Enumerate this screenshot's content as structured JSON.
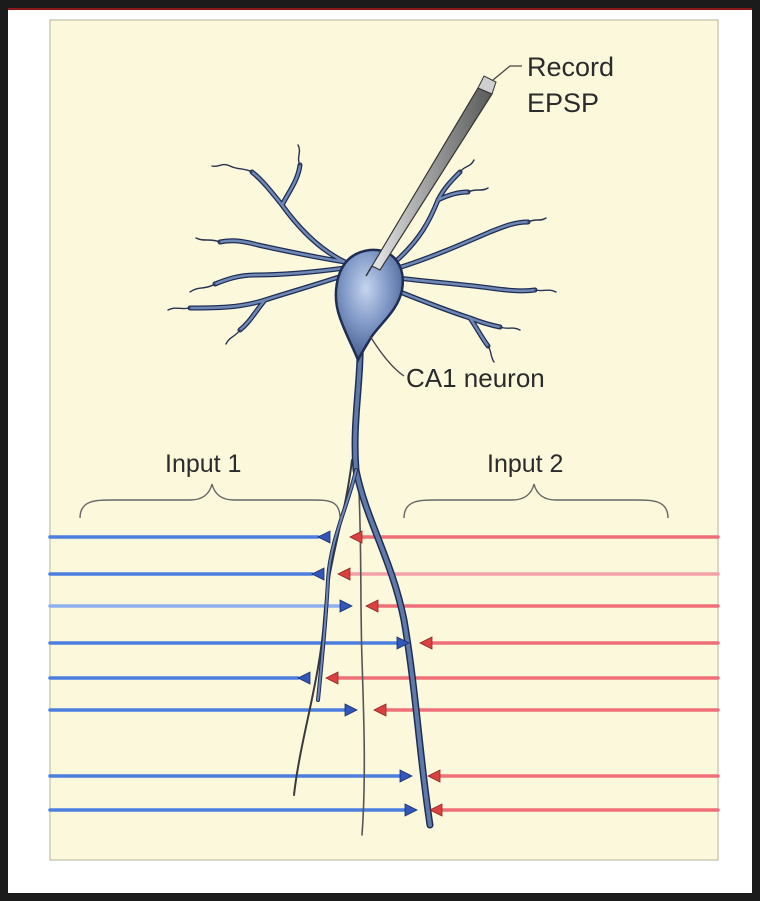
{
  "labels": {
    "record": "Record",
    "epsp": "EPSP",
    "neuron": "CA1 neuron",
    "input1": "Input 1",
    "input2": "Input 2"
  },
  "colors": {
    "panel": "#fbf8dc",
    "input1_axon": "#4d7fe0",
    "input2_axon": "#ee6f78",
    "neuron_body": "#5f7aa8",
    "neuron_outline": "#1f2d55",
    "background": "#ffffff",
    "frame": "#1b1b1b"
  },
  "icons": [
    "recording-electrode-icon",
    "neuron-icon"
  ]
}
